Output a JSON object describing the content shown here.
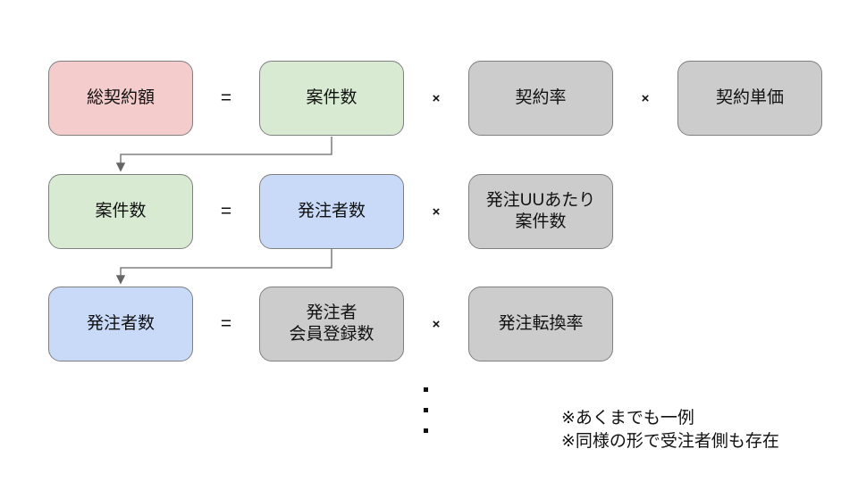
{
  "colors": {
    "pink": "#f4cccc",
    "green": "#d9ead3",
    "blue": "#c9daf8",
    "gray": "#cccccc",
    "border": "#7f7f7f",
    "connector": "#666666",
    "text": "#111111"
  },
  "rows": [
    {
      "boxes": [
        {
          "label": "総契約額",
          "color": "pink"
        },
        {
          "label": "案件数",
          "color": "green"
        },
        {
          "label": "契約率",
          "color": "gray"
        },
        {
          "label": "契約単価",
          "color": "gray"
        }
      ],
      "operators": [
        "=",
        "×",
        "×"
      ]
    },
    {
      "boxes": [
        {
          "label": "案件数",
          "color": "green"
        },
        {
          "label": "発注者数",
          "color": "blue"
        },
        {
          "label": "発注UUあたり\n案件数",
          "color": "gray"
        }
      ],
      "operators": [
        "=",
        "×"
      ]
    },
    {
      "boxes": [
        {
          "label": "発注者数",
          "color": "blue"
        },
        {
          "label": "発注者\n会員登録数",
          "color": "gray"
        },
        {
          "label": "発注転換率",
          "color": "gray"
        }
      ],
      "operators": [
        "=",
        "×"
      ]
    }
  ],
  "notes": {
    "line1": "※あくまでも一例",
    "line2": "※同様の形で受注者側も存在"
  }
}
